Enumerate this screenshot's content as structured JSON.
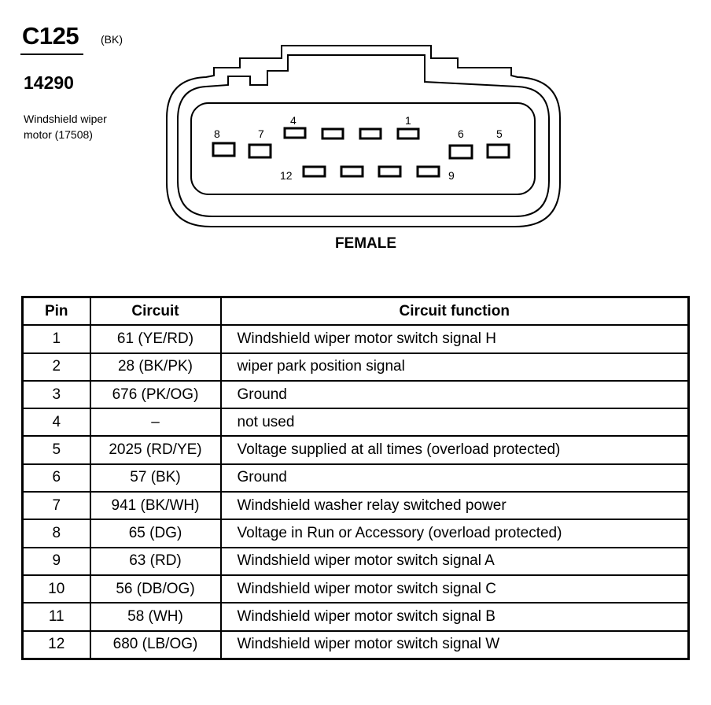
{
  "connector": {
    "id": "C125",
    "color": "(BK)",
    "part_number": "14290",
    "component_line1": "Windshield wiper",
    "component_line2": "motor (17508)",
    "gender": "FEMALE",
    "pin_labels": {
      "p8": "8",
      "p7": "7",
      "p4": "4",
      "p1": "1",
      "p6": "6",
      "p5": "5",
      "p12": "12",
      "p9": "9"
    }
  },
  "table": {
    "headers": {
      "pin": "Pin",
      "circuit": "Circuit",
      "function": "Circuit function"
    },
    "rows": [
      {
        "pin": "1",
        "circuit": "61 (YE/RD)",
        "function": "Windshield wiper motor  switch signal H"
      },
      {
        "pin": "2",
        "circuit": "28 (BK/PK)",
        "function": "wiper park position signal"
      },
      {
        "pin": "3",
        "circuit": "676 (PK/OG)",
        "function": "Ground"
      },
      {
        "pin": "4",
        "circuit": "–",
        "function": "not used"
      },
      {
        "pin": "5",
        "circuit": "2025 (RD/YE)",
        "function": "Voltage supplied at all times (overload protected)"
      },
      {
        "pin": "6",
        "circuit": "57 (BK)",
        "function": "Ground"
      },
      {
        "pin": "7",
        "circuit": "941 (BK/WH)",
        "function": "Windshield washer relay switched power"
      },
      {
        "pin": "8",
        "circuit": "65 (DG)",
        "function": "Voltage in Run or Accessory (overload protected)"
      },
      {
        "pin": "9",
        "circuit": "63 (RD)",
        "function": "Windshield wiper motor  switch signal A"
      },
      {
        "pin": "10",
        "circuit": "56 (DB/OG)",
        "function": "Windshield wiper motor  switch signal C"
      },
      {
        "pin": "11",
        "circuit": "58 (WH)",
        "function": "Windshield wiper motor  switch signal B"
      },
      {
        "pin": "12",
        "circuit": "680 (LB/OG)",
        "function": "Windshield wiper motor  switch signal W"
      }
    ]
  }
}
